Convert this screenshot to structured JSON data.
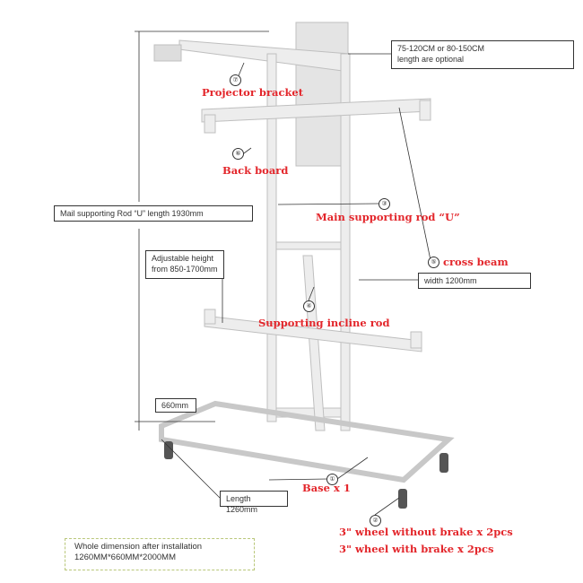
{
  "callouts": {
    "length_optional": [
      "75-120CM or 80-150CM",
      "length are optional"
    ],
    "rod_length": "Mail supporting Rod “U” length 1930mm",
    "adjustable_height": [
      "Adjustable height",
      "from 850-1700mm"
    ],
    "width": "width 1200mm",
    "depth": "660mm",
    "length": "Length 1260mm",
    "whole_dimension": [
      "Whole dimension after installation",
      "1260MM*660MM*2000MM"
    ]
  },
  "parts": [
    {
      "number": "⑦",
      "label": "Projector bracket"
    },
    {
      "number": "⑥",
      "label": "Back board"
    },
    {
      "number": "③",
      "label": "Main supporting rod “U”"
    },
    {
      "number": "⑤",
      "label": "cross beam"
    },
    {
      "number": "④",
      "label": "Supporting incline rod"
    },
    {
      "number": "①",
      "label": "Base x 1"
    },
    {
      "number": "②",
      "label": "3\" wheel without brake x 2pcs",
      "label2": "3\" wheel with brake x 2pcs"
    }
  ],
  "colors": {
    "label": "#e3262b",
    "frame": "#e6e6e6"
  }
}
